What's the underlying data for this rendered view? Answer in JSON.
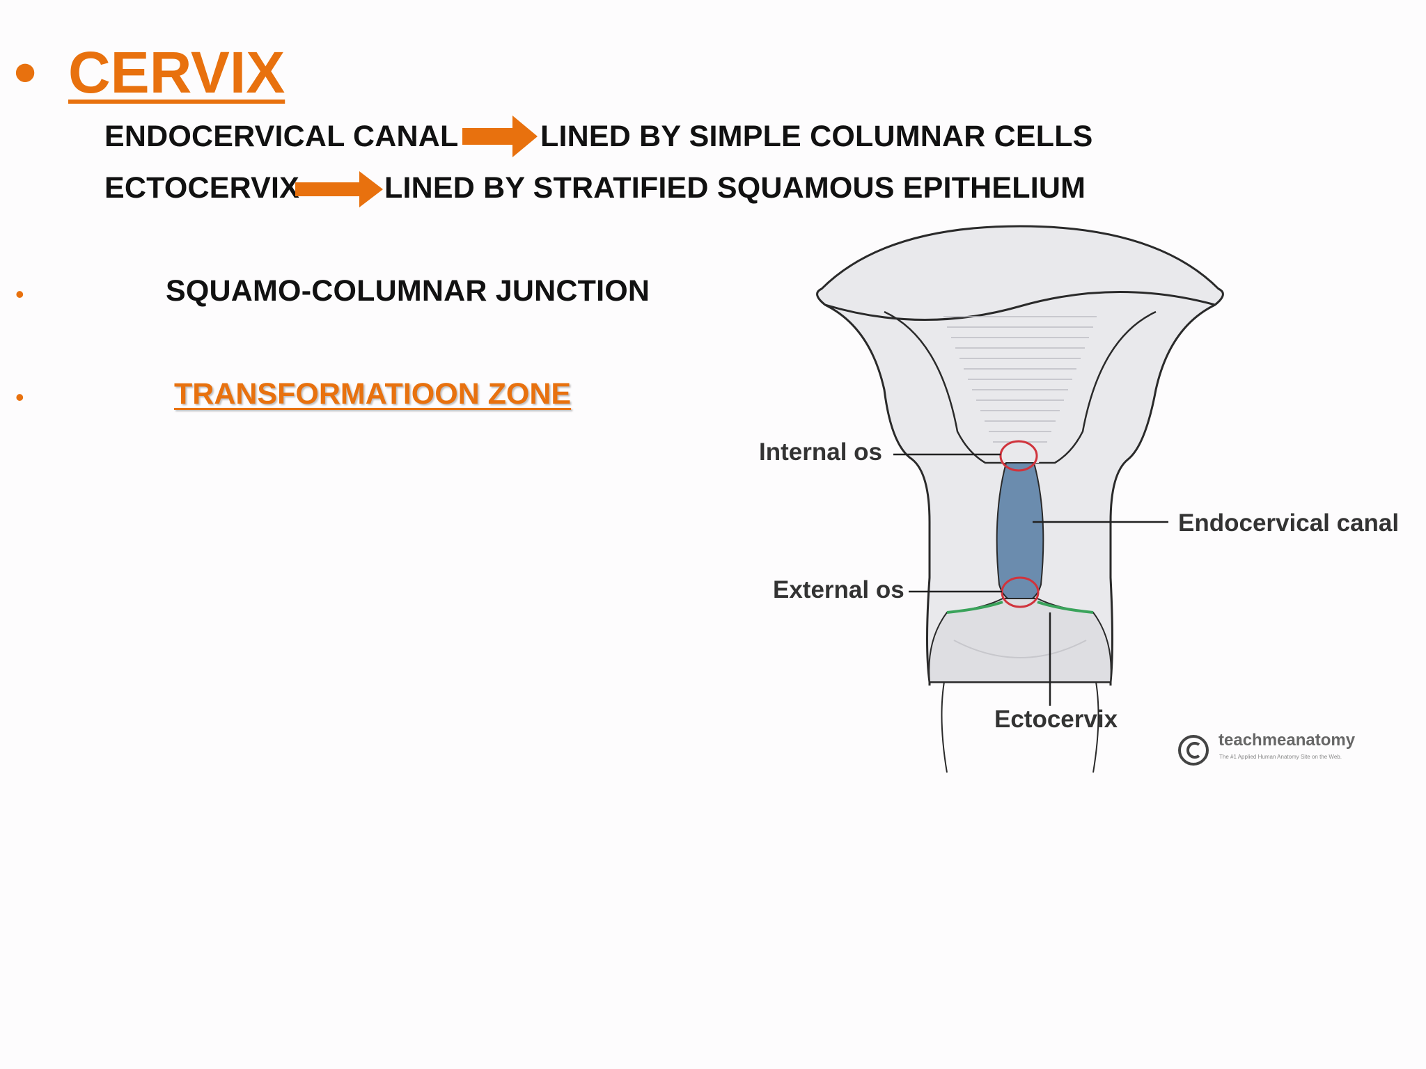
{
  "slide": {
    "bullet_symbol": "•",
    "title": "CERVIX",
    "rows": [
      {
        "left": "ENDOCERVICAL CANAL",
        "right": "LINED BY SIMPLE COLUMNAR CELLS"
      },
      {
        "left": "ECTOCERVIX",
        "right": "LINED BY STRATIFIED SQUAMOUS EPITHELIUM"
      }
    ],
    "points": [
      {
        "text": "SQUAMO-COLUMNAR JUNCTION"
      },
      {
        "text": "TRANSFORMATIOON ZONE"
      }
    ]
  },
  "diagram": {
    "labels": {
      "internal_os": "Internal os",
      "endocervical_canal": "Endocervical canal",
      "external_os": "External os",
      "ectocervix": "Ectocervix"
    },
    "credit": {
      "brand": "teachmeanatomy",
      "tagline": "The #1 Applied Human Anatomy Site on the Web."
    }
  },
  "colors": {
    "accent": "#e8710e",
    "canal": "#6b8cae",
    "os_ring": "#d0343d",
    "ectocervix_line": "#3aa35b"
  }
}
